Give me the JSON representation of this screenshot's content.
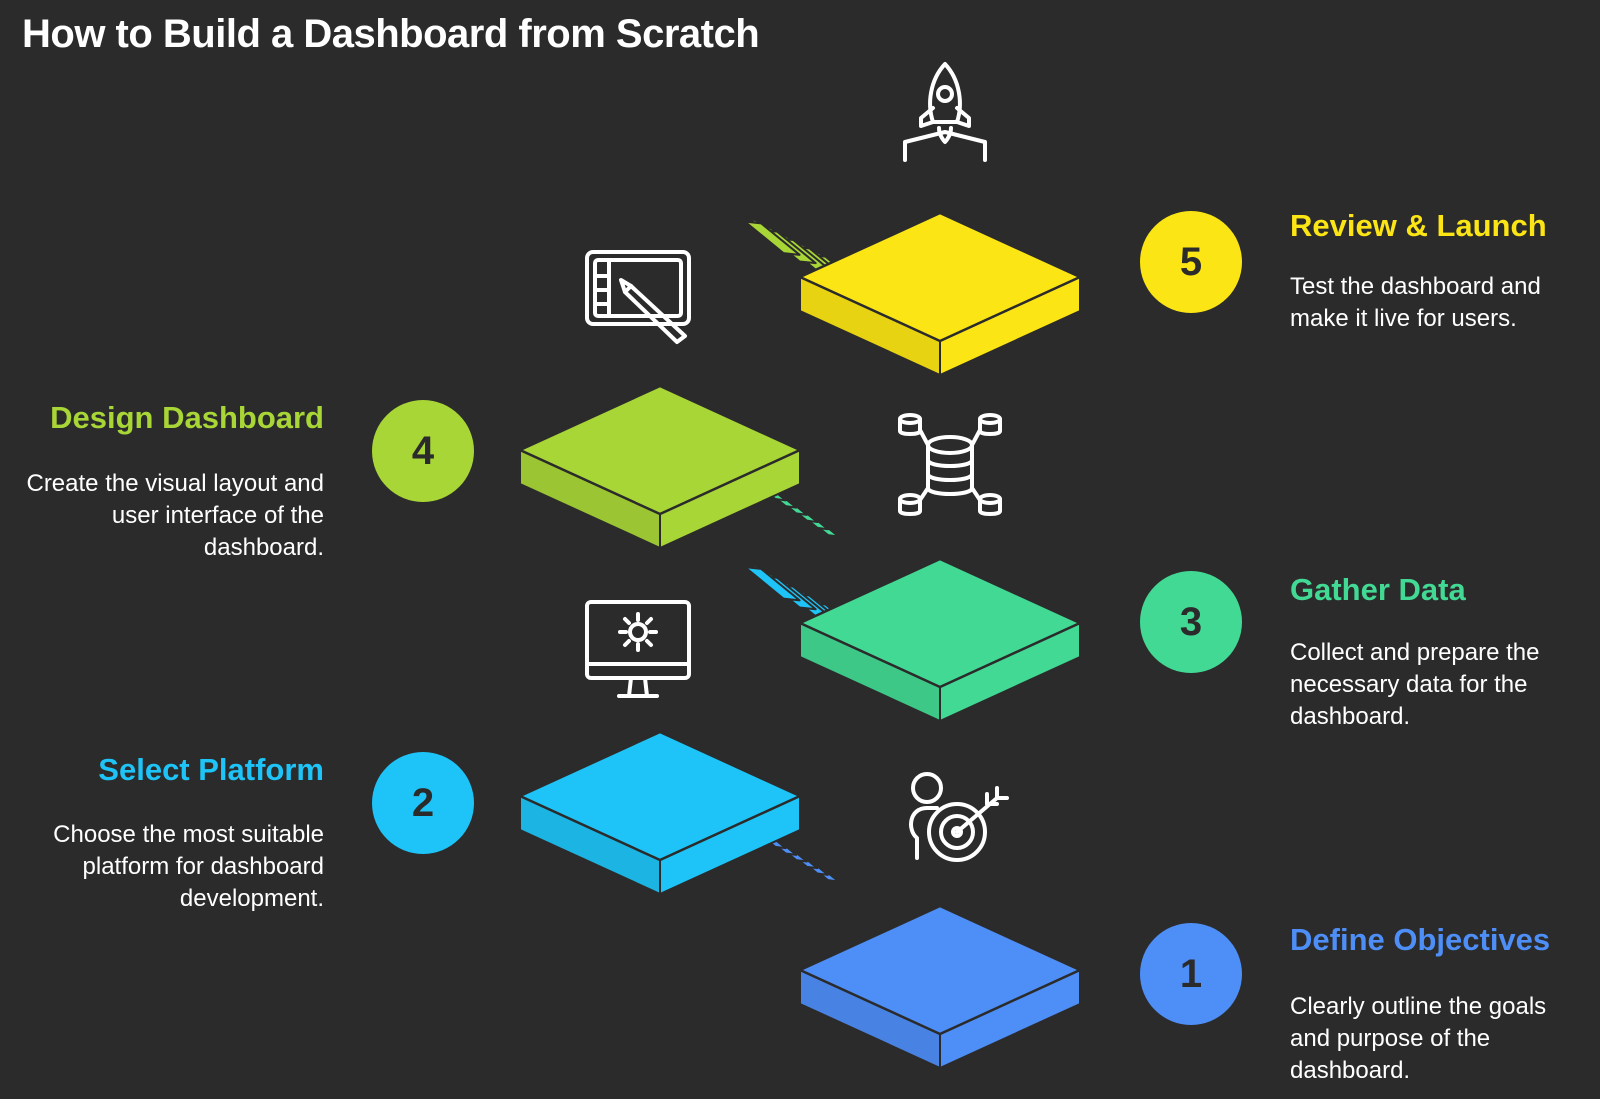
{
  "page": {
    "title": "How to Build a Dashboard from Scratch"
  },
  "colors": {
    "background": "#2b2b2b",
    "text": "#ffffff"
  },
  "steps": [
    {
      "number": "1",
      "title": "Define Objectives",
      "description": "Clearly outline the goals and purpose of the dashboard.",
      "color": "#4e8ef7",
      "icon": "person-target-icon"
    },
    {
      "number": "2",
      "title": "Select Platform",
      "description": "Choose the most suitable platform for dashboard development.",
      "color": "#1ec4f7",
      "icon": "monitor-gear-icon"
    },
    {
      "number": "3",
      "title": "Gather Data",
      "description": "Collect and prepare the necessary data for the dashboard.",
      "color": "#42d994",
      "icon": "database-network-icon"
    },
    {
      "number": "4",
      "title": "Design Dashboard",
      "description": "Create the visual layout and user interface of the dashboard.",
      "color": "#a8d636",
      "icon": "tablet-pen-icon"
    },
    {
      "number": "5",
      "title": "Review & Launch",
      "description": "Test the dashboard and make it live for users.",
      "color": "#fce514",
      "icon": "rocket-launch-icon"
    }
  ]
}
